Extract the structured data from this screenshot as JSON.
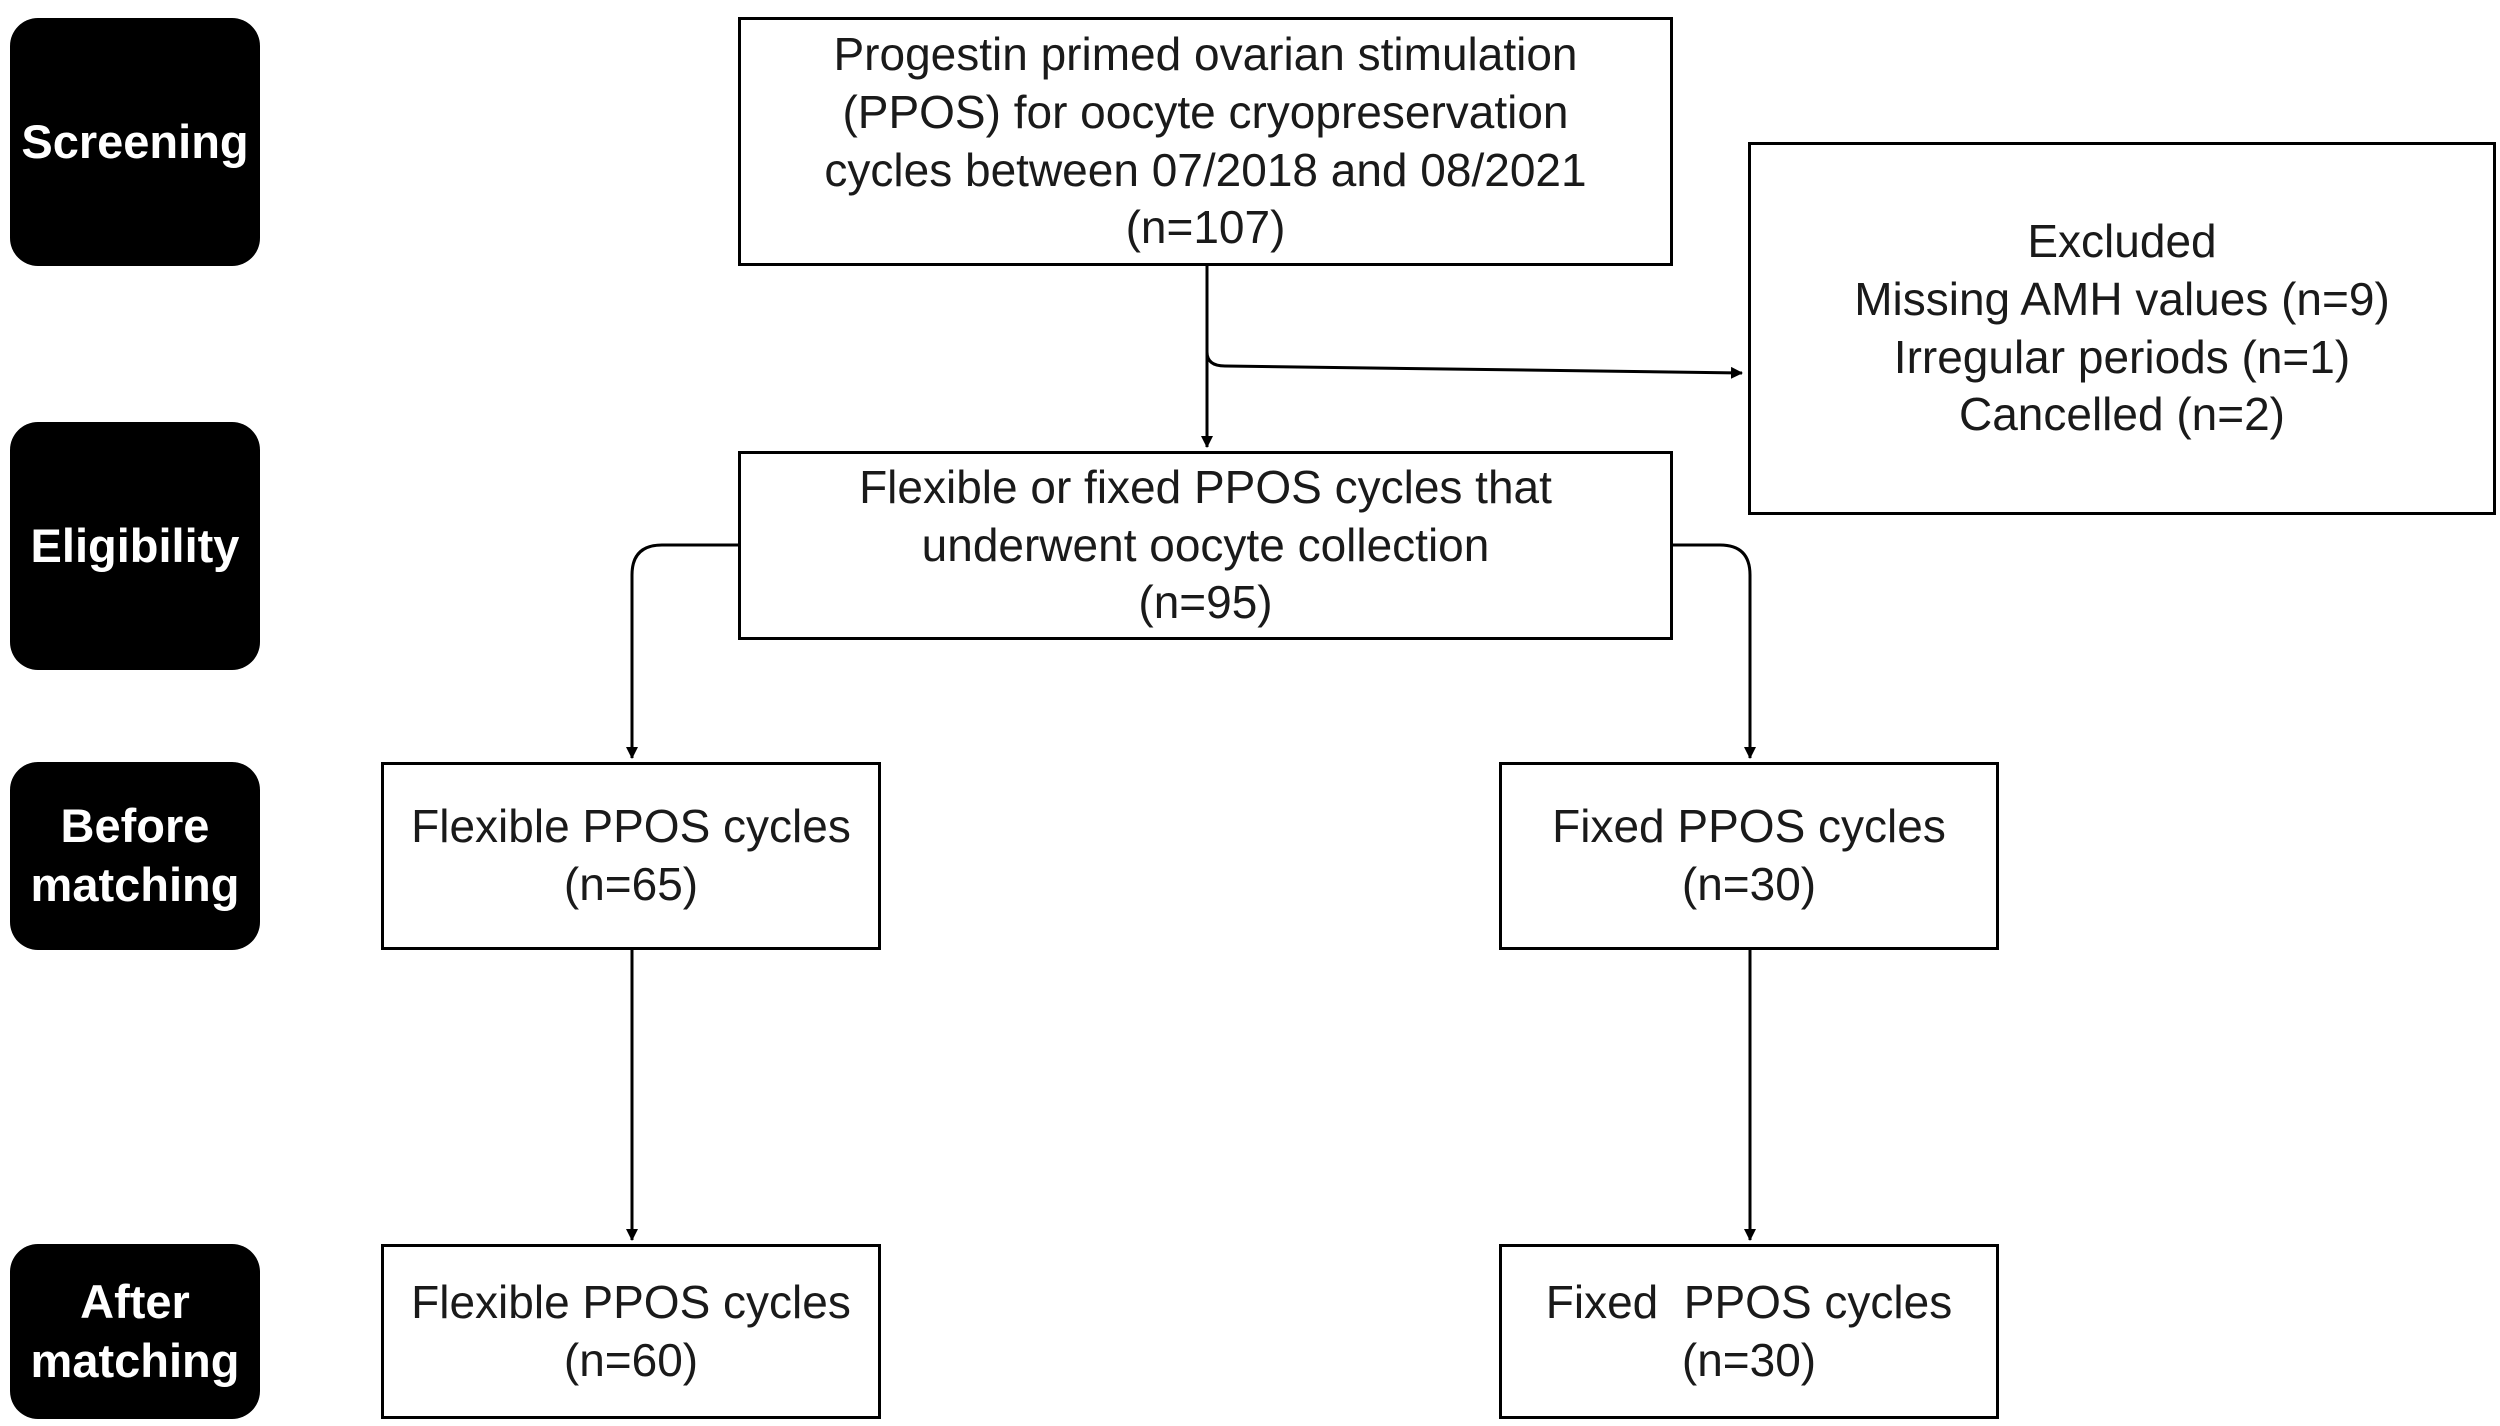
{
  "stage_labels": {
    "screening": "Screening",
    "eligibility": "Eligibility",
    "before_matching": "Before\nmatching",
    "after_matching": "After\nmatching"
  },
  "boxes": {
    "ppos_total": {
      "lines": [
        "Progestin primed ovarian stimulation",
        "(PPOS) for oocyte cryopreservation",
        "cycles between 07/2018 and 08/2021",
        "(n=107)"
      ]
    },
    "excluded": {
      "lines": [
        "Excluded",
        "Missing AMH values (n=9)",
        "Irregular periods (n=1)",
        "Cancelled (n=2)"
      ]
    },
    "eligible": {
      "lines": [
        "Flexible or fixed PPOS cycles that",
        "underwent oocyte collection",
        "(n=95)"
      ]
    },
    "flexible_before": {
      "lines": [
        "Flexible PPOS cycles",
        "(n=65)"
      ]
    },
    "fixed_before": {
      "lines": [
        "Fixed PPOS cycles",
        "(n=30)"
      ]
    },
    "flexible_after": {
      "lines": [
        "Flexible PPOS cycles",
        "(n=60)"
      ]
    },
    "fixed_after": {
      "lines": [
        "Fixed  PPOS cycles",
        "(n=30)"
      ]
    }
  },
  "colors": {
    "label_bg": "#000000",
    "label_text": "#ffffff",
    "line": "#000000"
  }
}
